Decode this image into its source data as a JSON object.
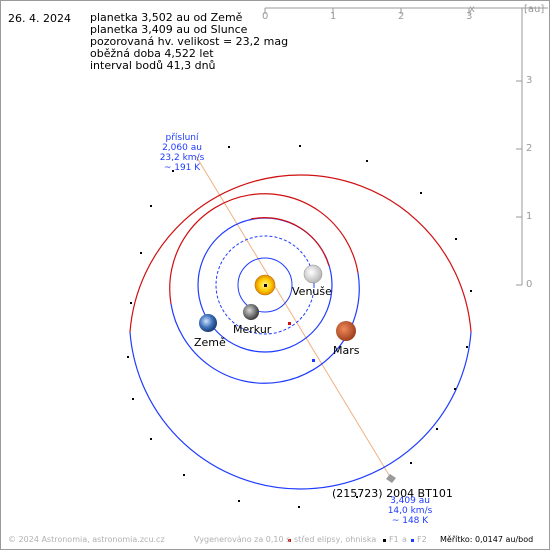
{
  "info": {
    "date": "26. 4. 2024",
    "lines": [
      "planetka 3,502 au od Země",
      "planetka 3,409 au od Slunce",
      "pozorovaná hv. velikost = 23,2 mag",
      "oběžná doba 4,522 let",
      "interval bodů 41,3 dnů"
    ]
  },
  "axes": {
    "x_unit": "x",
    "y_unit": "[au]",
    "x_ticks": [
      "0",
      "1",
      "2",
      "3"
    ],
    "y_ticks": [
      "3",
      "2",
      "1",
      "0"
    ]
  },
  "planets": {
    "venus": "Venuše",
    "mercury": "Merkur",
    "earth": "Země",
    "mars": "Mars"
  },
  "perihelion": {
    "title": "přísluní",
    "distance": "2,060 au",
    "speed": "23,2 km/s",
    "temp": "~ 191 K"
  },
  "asteroid": {
    "name": "(215723) 2004 BT101",
    "distance": "3,409 au",
    "speed": "14,0 km/s",
    "temp": "~ 148 K"
  },
  "footer": {
    "copyright": "© 2024 Astronomia, astronomia.zcu.cz",
    "generated": "Vygenerováno za 0,10 s",
    "legend_center": "střed elipsy, ohniska",
    "legend_f1": "F1",
    "legend_and": "a",
    "legend_f2": "F2",
    "scale": "Měřítko: 0,0147 au/bod"
  },
  "colors": {
    "asteroid_orbit": "#1e3cff",
    "mars_orbit": "#d01010",
    "earth_orbit": "#1e3cff",
    "perihelion_line": "#f0b080",
    "sun": "#ffcc00"
  }
}
